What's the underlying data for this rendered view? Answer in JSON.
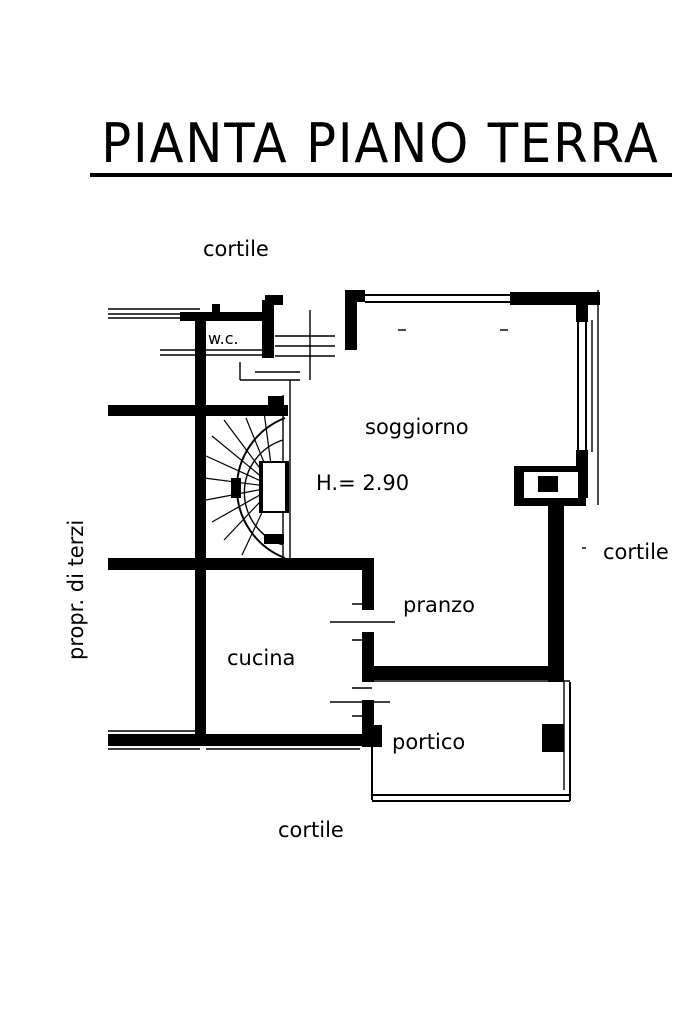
{
  "title": "PIANTA PIANO TERRA",
  "labels": {
    "cortile_top": "cortile",
    "cortile_right": "cortile",
    "cortile_bottom": "cortile",
    "propr_di_terzi": "propr. di terzi",
    "wc": "w.c.",
    "soggiorno": "soggiorno",
    "height": "H.= 2.90",
    "pranzo": "pranzo",
    "cucina": "cucina",
    "portico": "portico"
  },
  "colors": {
    "ink": "#000000",
    "paper": "#ffffff"
  }
}
